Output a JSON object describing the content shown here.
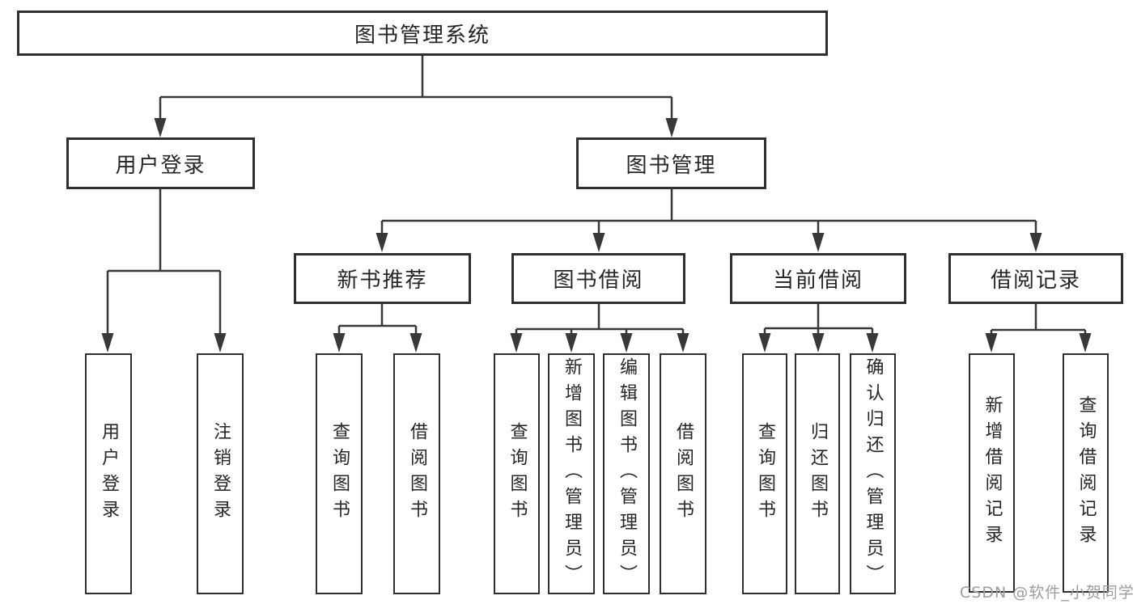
{
  "tree": {
    "root": {
      "label": "图书管理系统"
    },
    "level2": [
      {
        "label": "用户登录"
      },
      {
        "label": "图书管理"
      }
    ],
    "level3": [
      {
        "label": "新书推荐",
        "parent": "图书管理"
      },
      {
        "label": "图书借阅",
        "parent": "图书管理"
      },
      {
        "label": "当前借阅",
        "parent": "图书管理"
      },
      {
        "label": "借阅记录",
        "parent": "图书管理"
      }
    ],
    "leaves": [
      {
        "label": "用户登录",
        "parent": "用户登录"
      },
      {
        "label": "注销登录",
        "parent": "用户登录"
      },
      {
        "label": "查询图书",
        "parent": "新书推荐"
      },
      {
        "label": "借阅图书",
        "parent": "新书推荐"
      },
      {
        "label": "查询图书",
        "parent": "图书借阅"
      },
      {
        "label": "新增图书（管理员）",
        "parent": "图书借阅"
      },
      {
        "label": "编辑图书（管理员）",
        "parent": "图书借阅"
      },
      {
        "label": "借阅图书",
        "parent": "图书借阅"
      },
      {
        "label": "查询图书",
        "parent": "当前借阅"
      },
      {
        "label": "归还图书",
        "parent": "当前借阅"
      },
      {
        "label": "确认归还（管理员）",
        "parent": "当前借阅"
      },
      {
        "label": "新增借阅记录",
        "parent": "借阅记录"
      },
      {
        "label": "查询借阅记录",
        "parent": "借阅记录"
      }
    ]
  },
  "watermark": {
    "text": "CSDN @软件_小贺同学"
  },
  "colors": {
    "background": "#ffffff",
    "box_border": "#2f2f2f",
    "line": "#383838",
    "text": "#262626",
    "watermark": "#9d9da2"
  }
}
